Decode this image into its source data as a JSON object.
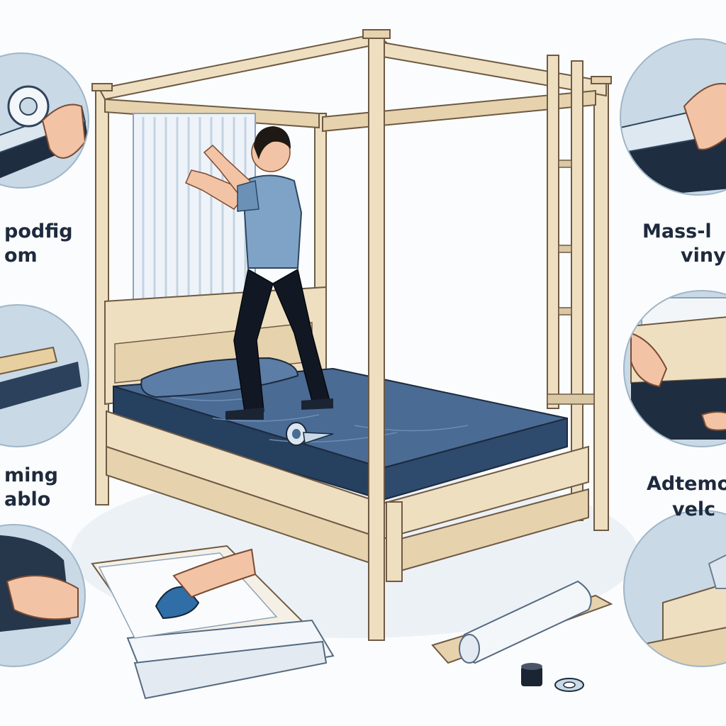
{
  "colors": {
    "background": "#fbfcfd",
    "wood": "#efdfc1",
    "wood_outline": "#6e5a44",
    "mattress": "#33527a",
    "foam_panel": "#eef3f9",
    "circle_bg": "#c9d9e6",
    "label_text": "#1e2a3d",
    "shirt": "#7fa3c6",
    "pants": "#121823"
  },
  "labels": {
    "left_top_1": "podfig",
    "left_top_2": "om",
    "left_mid_1": "ming",
    "left_mid_2": "ablo",
    "right_top_1": "Mass-l",
    "right_top_2": "viny",
    "right_mid_1": "Adtemov",
    "right_mid_2": "velc"
  },
  "icons": {
    "tape_roll": "tape-roll-icon",
    "scraper": "scraper-icon",
    "foam_roll": "foam-roll-icon"
  }
}
